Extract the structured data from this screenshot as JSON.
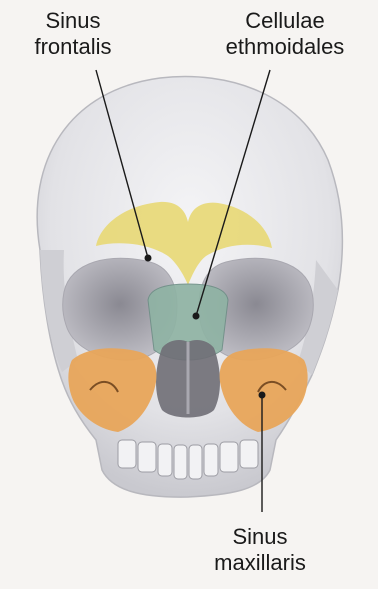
{
  "labels": {
    "sinus_frontalis": [
      "Sinus",
      "frontalis"
    ],
    "cellulae_ethmoidales": [
      "Cellulae",
      "ethmoidales"
    ],
    "sinus_maxillaris": [
      "Sinus",
      "maxillaris"
    ]
  },
  "colors": {
    "frontal_sinus": "#e8d97a",
    "ethmoid_cells": "#8fb3a4",
    "maxillary_sinus": "#e8a55a",
    "skull": "#e6e6e8",
    "orbit": "#b9b8be",
    "leader_line": "#1a1a1a"
  },
  "icons": {
    "skull": "skull-front-view-illustration"
  }
}
